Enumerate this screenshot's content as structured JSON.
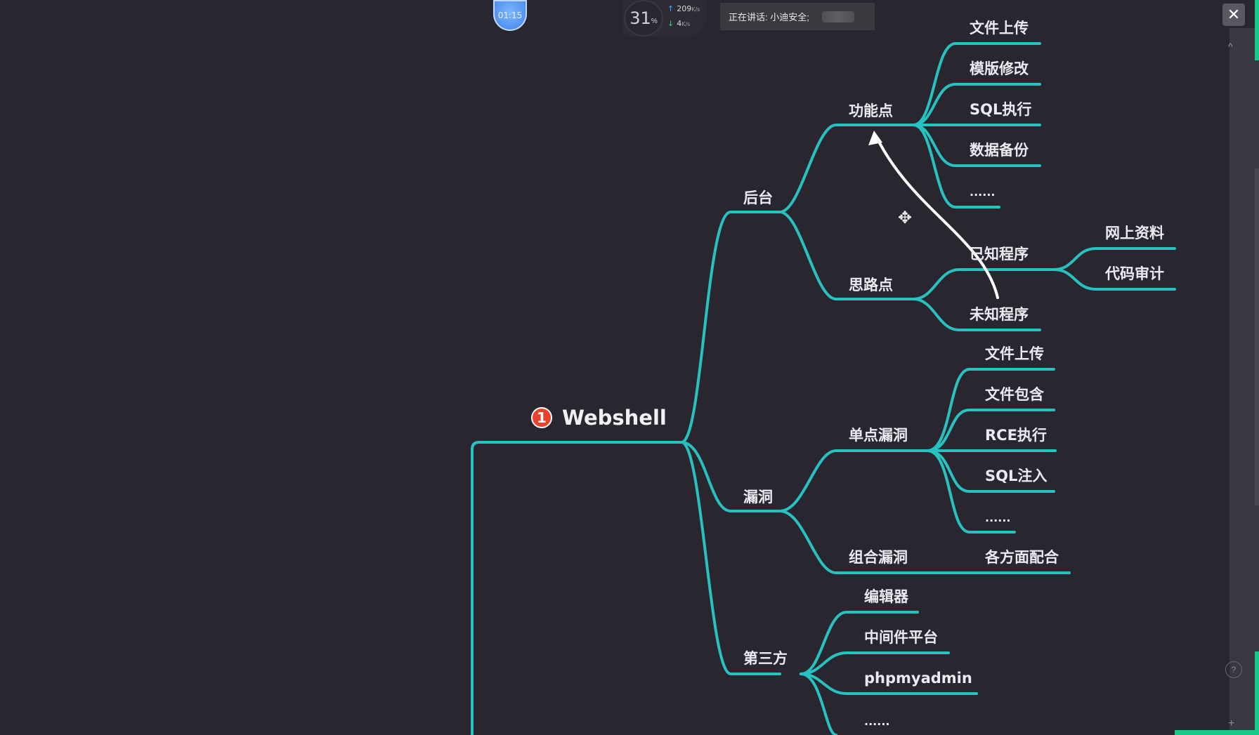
{
  "mindmap": {
    "root": {
      "badge": "1",
      "label": "Webshell"
    },
    "backend": {
      "label": "后台",
      "features": {
        "label": "功能点",
        "items": [
          "文件上传",
          "模版修改",
          "SQL执行",
          "数据备份",
          "......"
        ]
      },
      "ideas": {
        "label": "思路点",
        "known": {
          "label": "已知程序",
          "items": [
            "网上资料",
            "代码审计"
          ]
        },
        "unknown": {
          "label": "未知程序"
        }
      }
    },
    "vuln": {
      "label": "漏洞",
      "single": {
        "label": "单点漏洞",
        "items": [
          "文件上传",
          "文件包含",
          "RCE执行",
          "SQL注入",
          "......"
        ]
      },
      "combined": {
        "label": "组合漏洞",
        "item": "各方面配合"
      }
    },
    "third": {
      "label": "第三方",
      "items": [
        "编辑器",
        "中间件平台",
        "phpmyadmin",
        "......"
      ]
    }
  },
  "overlay": {
    "timer": "01:15",
    "cpu_value": "31",
    "cpu_unit": "%",
    "upload_speed": "209",
    "download_speed": "4",
    "speed_unit": "K/s",
    "speaking_label": "正在讲话: 小迪安全;",
    "close_symbol": "✕",
    "help_symbol": "?",
    "plus_symbol": "+",
    "caret_symbol": "^"
  },
  "colors": {
    "background": "#2a2630",
    "branch": "#27c1c0",
    "annotation_arrow": "#ffffff",
    "root_badge": "#e8412c",
    "accent": "#18c98a"
  },
  "icons": [
    "timer-icon",
    "cpu-gauge-icon",
    "upload-arrow-icon",
    "download-arrow-icon",
    "close-icon",
    "move-cursor-icon",
    "help-icon",
    "plus-icon"
  ]
}
